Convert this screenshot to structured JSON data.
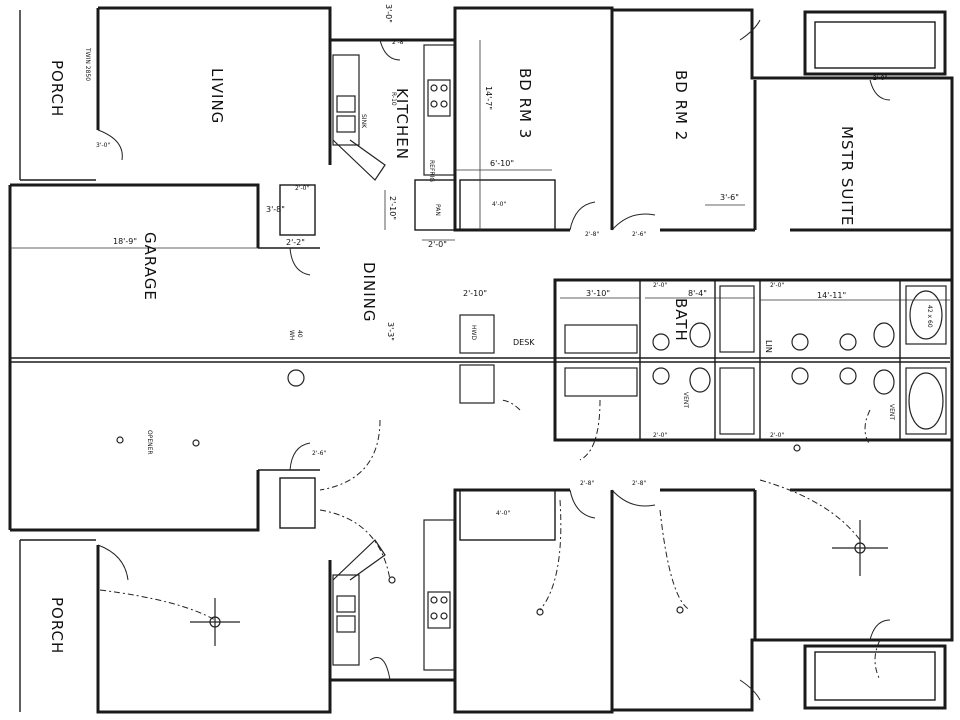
{
  "rooms": {
    "living": "LIVING",
    "porch_top": "PORCH",
    "porch_bottom": "PORCH",
    "kitchen": "KITCHEN",
    "bd_rm_3": "BD RM 3",
    "bd_rm_2": "BD RM 2",
    "mstr_suite": "MSTR SUITE",
    "garage": "GARAGE",
    "dining": "DINING",
    "bath": "BATH",
    "desk": "DESK",
    "pan": "PAN",
    "lin": "LIN",
    "hwd": "HWD",
    "wh": "WH"
  },
  "dimensions": {
    "d_3_0_top": "3'-0\"",
    "d_2_8_a": "2'-8\"",
    "d_14_7": "14'-7\"",
    "d_6_10": "6'-10\"",
    "d_4_0_a": "4'-0\"",
    "d_3_0_porch": "3'-0\"",
    "d_3_8": "3'-8\"",
    "d_2_10": "2'-10\"",
    "d_2_0_a": "2'-0\"",
    "d_2_0_b": "2'-0\"",
    "d_18_9": "18'-9\"",
    "d_2_2": "2'-2\"",
    "d_2_10_b": "2'-10\"",
    "d_3_3": "3'-3\"",
    "d_3_10": "3'-10\"",
    "d_8_4": "8'-4\"",
    "d_14_11": "14'-11\"",
    "d_3_6": "3'-6\"",
    "d_2_0_c": "2'-0\"",
    "d_2_8_b": "2'-8\"",
    "d_2_6_a": "2'-6\"",
    "d_4_0_b": "4'-0\"",
    "d_2_8_c": "2'-8\"",
    "d_2_8_d": "2'-8\"",
    "d_2_6_b": "2'-6\"",
    "d_2_0_d": "2'-0\"",
    "d_2_0_e": "2'-0\"",
    "d_2_0_f": "2'-0\"",
    "d_2_0_g": "2'-0\""
  },
  "notes": {
    "twin": "TWIN 2850",
    "refrig": "REFRIG",
    "sink": "SINK",
    "tub": "42 x 60",
    "opener": "OPENER",
    "vent_a": "VENT",
    "vent_b": "VENT",
    "wh_sub": "40",
    "r10": "R-10"
  }
}
